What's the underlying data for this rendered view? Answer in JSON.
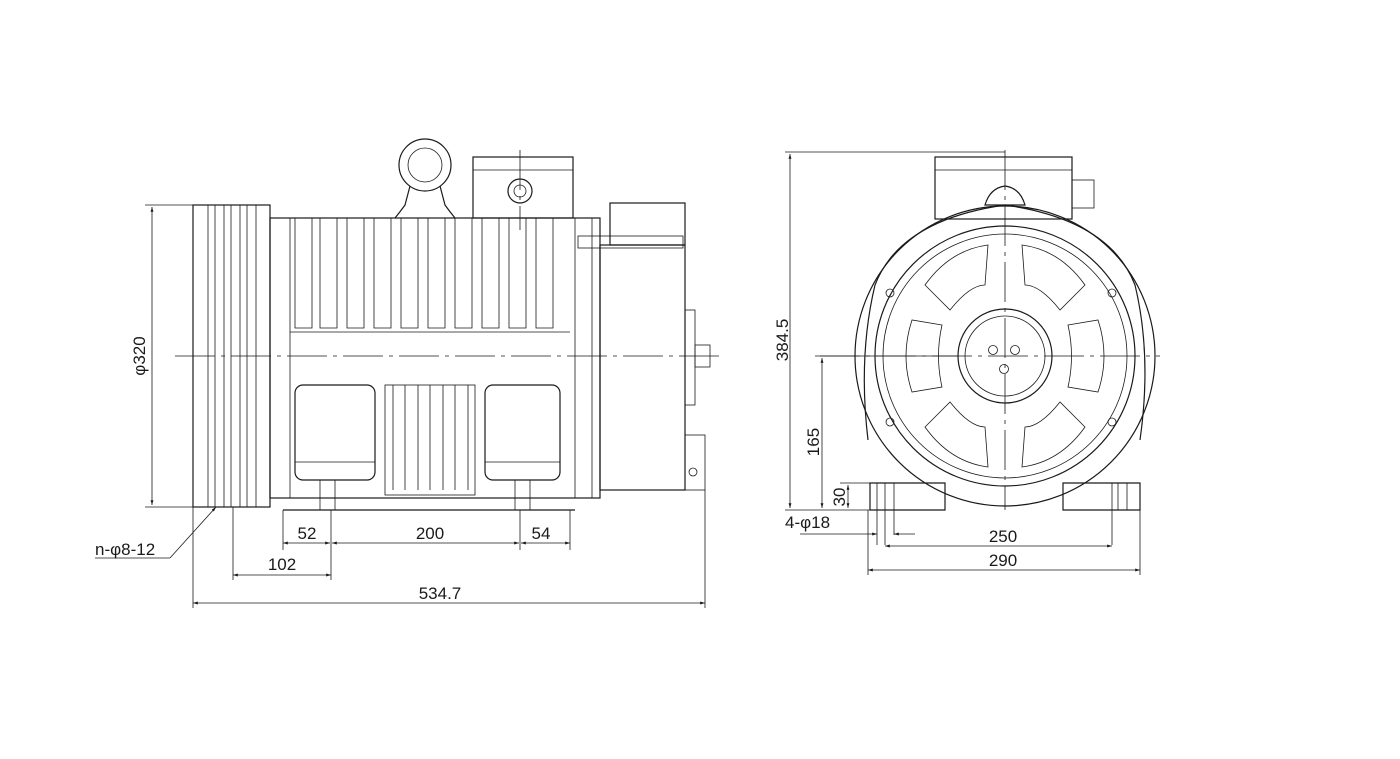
{
  "side_view": {
    "sheave_diameter": "φ320",
    "groove_note": "n-φ8-12",
    "dim_52": "52",
    "dim_200": "200",
    "dim_54": "54",
    "dim_102": "102",
    "overall_length": "534.7"
  },
  "front_view": {
    "overall_height": "384.5",
    "shaft_height": "165",
    "foot_height": "30",
    "mount_holes": "4-φ18",
    "hole_spacing": "250",
    "base_width": "290"
  }
}
